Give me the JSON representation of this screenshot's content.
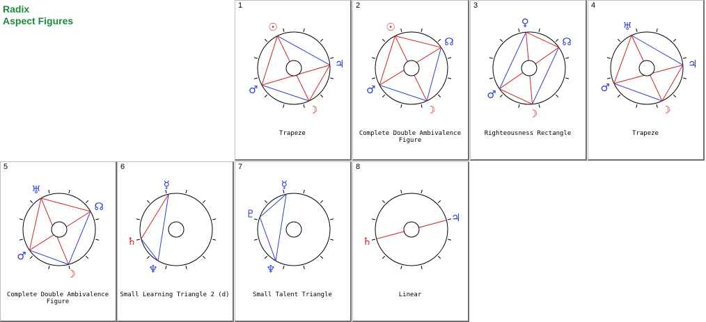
{
  "header": {
    "line1": "Radix",
    "line2": "Aspect Figures"
  },
  "colors": {
    "heading": "#1a8a3c",
    "blue": "#2a3cd6",
    "red": "#d62020"
  },
  "panels": [
    {
      "number": "1",
      "label": "Trapeze",
      "planets": [
        {
          "name": "sun",
          "symbol": "☉",
          "angle": 117,
          "color": "red"
        },
        {
          "name": "jupiter",
          "symbol": "♃",
          "angle": 5,
          "color": "blue"
        },
        {
          "name": "moon",
          "symbol": "☽",
          "angle": -65,
          "color": "red"
        },
        {
          "name": "mars",
          "symbol": "♂",
          "angle": -152,
          "color": "blue"
        }
      ],
      "aspects": [
        {
          "from": 0,
          "to": 1,
          "color": "blue"
        },
        {
          "from": 1,
          "to": 2,
          "color": "red"
        },
        {
          "from": 2,
          "to": 3,
          "color": "blue"
        },
        {
          "from": 3,
          "to": 0,
          "color": "red"
        },
        {
          "from": 0,
          "to": 2,
          "color": "red"
        },
        {
          "from": 1,
          "to": 3,
          "color": "red"
        }
      ]
    },
    {
      "number": "2",
      "label": "Complete Double Ambivalence Figure",
      "planets": [
        {
          "name": "sun",
          "symbol": "☉",
          "angle": 117,
          "color": "red"
        },
        {
          "name": "node",
          "symbol": "☊",
          "angle": 35,
          "color": "blue"
        },
        {
          "name": "moon",
          "symbol": "☽",
          "angle": -65,
          "color": "red"
        },
        {
          "name": "mars",
          "symbol": "♂",
          "angle": -152,
          "color": "blue"
        }
      ],
      "aspects": [
        {
          "from": 0,
          "to": 1,
          "color": "red"
        },
        {
          "from": 1,
          "to": 2,
          "color": "blue"
        },
        {
          "from": 2,
          "to": 3,
          "color": "blue"
        },
        {
          "from": 3,
          "to": 0,
          "color": "red"
        },
        {
          "from": 0,
          "to": 2,
          "color": "red"
        },
        {
          "from": 1,
          "to": 3,
          "color": "red"
        }
      ]
    },
    {
      "number": "3",
      "label": "Righteousness Rectangle",
      "planets": [
        {
          "name": "venus",
          "symbol": "♀",
          "angle": 95,
          "color": "blue"
        },
        {
          "name": "node",
          "symbol": "☊",
          "angle": 35,
          "color": "blue"
        },
        {
          "name": "moon",
          "symbol": "☽",
          "angle": -85,
          "color": "red"
        },
        {
          "name": "mars",
          "symbol": "♂",
          "angle": -145,
          "color": "blue"
        }
      ],
      "aspects": [
        {
          "from": 0,
          "to": 1,
          "color": "red"
        },
        {
          "from": 1,
          "to": 2,
          "color": "blue"
        },
        {
          "from": 2,
          "to": 3,
          "color": "red"
        },
        {
          "from": 3,
          "to": 0,
          "color": "blue"
        },
        {
          "from": 0,
          "to": 2,
          "color": "red"
        },
        {
          "from": 1,
          "to": 3,
          "color": "red"
        }
      ]
    },
    {
      "number": "4",
      "label": "Trapeze",
      "planets": [
        {
          "name": "uranus",
          "symbol": "♅",
          "angle": 115,
          "color": "blue"
        },
        {
          "name": "jupiter",
          "symbol": "♃",
          "angle": 5,
          "color": "blue"
        },
        {
          "name": "moon",
          "symbol": "☽",
          "angle": -65,
          "color": "red"
        },
        {
          "name": "mars",
          "symbol": "♂",
          "angle": -155,
          "color": "blue"
        }
      ],
      "aspects": [
        {
          "from": 0,
          "to": 1,
          "color": "blue"
        },
        {
          "from": 1,
          "to": 2,
          "color": "red"
        },
        {
          "from": 2,
          "to": 3,
          "color": "blue"
        },
        {
          "from": 3,
          "to": 0,
          "color": "red"
        },
        {
          "from": 0,
          "to": 2,
          "color": "red"
        },
        {
          "from": 1,
          "to": 3,
          "color": "red"
        }
      ]
    },
    {
      "number": "5",
      "label": "Complete Double Ambivalence Figure",
      "planets": [
        {
          "name": "uranus",
          "symbol": "♅",
          "angle": 120,
          "color": "blue"
        },
        {
          "name": "node",
          "symbol": "☊",
          "angle": 30,
          "color": "blue"
        },
        {
          "name": "moon",
          "symbol": "☽",
          "angle": -75,
          "color": "red"
        },
        {
          "name": "mars",
          "symbol": "♂",
          "angle": -145,
          "color": "blue"
        }
      ],
      "aspects": [
        {
          "from": 0,
          "to": 1,
          "color": "red"
        },
        {
          "from": 1,
          "to": 2,
          "color": "blue"
        },
        {
          "from": 2,
          "to": 3,
          "color": "blue"
        },
        {
          "from": 3,
          "to": 0,
          "color": "red"
        },
        {
          "from": 0,
          "to": 2,
          "color": "red"
        },
        {
          "from": 1,
          "to": 3,
          "color": "red"
        }
      ]
    },
    {
      "number": "6",
      "label": "Small Learning Triangle 2 (d)",
      "planets": [
        {
          "name": "mercury",
          "symbol": "☿",
          "angle": 102,
          "color": "blue"
        },
        {
          "name": "saturn",
          "symbol": "♄",
          "angle": -165,
          "color": "red"
        },
        {
          "name": "neptune",
          "symbol": "♆",
          "angle": -120,
          "color": "blue"
        }
      ],
      "aspects": [
        {
          "from": 0,
          "to": 1,
          "color": "red"
        },
        {
          "from": 1,
          "to": 2,
          "color": "blue"
        },
        {
          "from": 0,
          "to": 2,
          "color": "blue"
        }
      ]
    },
    {
      "number": "7",
      "label": "Small Talent Triangle",
      "planets": [
        {
          "name": "mercury",
          "symbol": "☿",
          "angle": 102,
          "color": "blue"
        },
        {
          "name": "pluto",
          "symbol": "♇",
          "angle": 160,
          "color": "blue"
        },
        {
          "name": "neptune",
          "symbol": "♆",
          "angle": -120,
          "color": "blue"
        }
      ],
      "aspects": [
        {
          "from": 0,
          "to": 1,
          "color": "blue"
        },
        {
          "from": 1,
          "to": 2,
          "color": "blue"
        },
        {
          "from": 0,
          "to": 2,
          "color": "blue"
        }
      ]
    },
    {
      "number": "8",
      "label": "Linear",
      "planets": [
        {
          "name": "jupiter",
          "symbol": "♃",
          "angle": 15,
          "color": "blue"
        },
        {
          "name": "saturn",
          "symbol": "♄",
          "angle": -165,
          "color": "red"
        }
      ],
      "aspects": [
        {
          "from": 0,
          "to": 1,
          "color": "red"
        }
      ]
    }
  ]
}
